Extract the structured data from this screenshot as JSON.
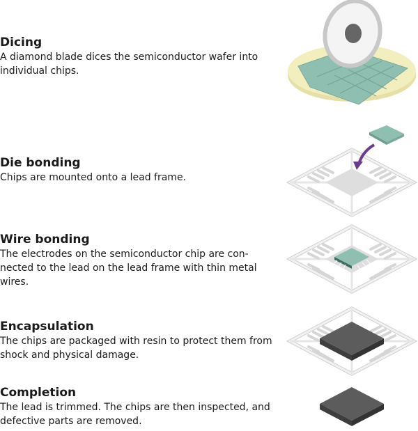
{
  "steps": [
    {
      "title": "Dicing",
      "desc": "A diamond blade dices the semiconductor wafer into individual chips."
    },
    {
      "title": "Die bonding",
      "desc": "Chips are mounted onto a lead frame."
    },
    {
      "title": "Wire bonding",
      "desc": "The electrodes on the semiconductor chip are con-nected to the lead on the lead frame with thin metal wires."
    },
    {
      "title": "Encapsulation",
      "desc": "The chips are packaged with resin to protect them from shock and physical damage."
    },
    {
      "title": "Completion",
      "desc": "The lead is trimmed. The chips are then inspected, and defective parts are removed."
    }
  ],
  "colors": {
    "wafer": "#f3eebd",
    "chip": "#8fbfb1",
    "arrow": "#6a3a8c",
    "frame": "#e4e4e4",
    "package": "#5a5a5a"
  }
}
